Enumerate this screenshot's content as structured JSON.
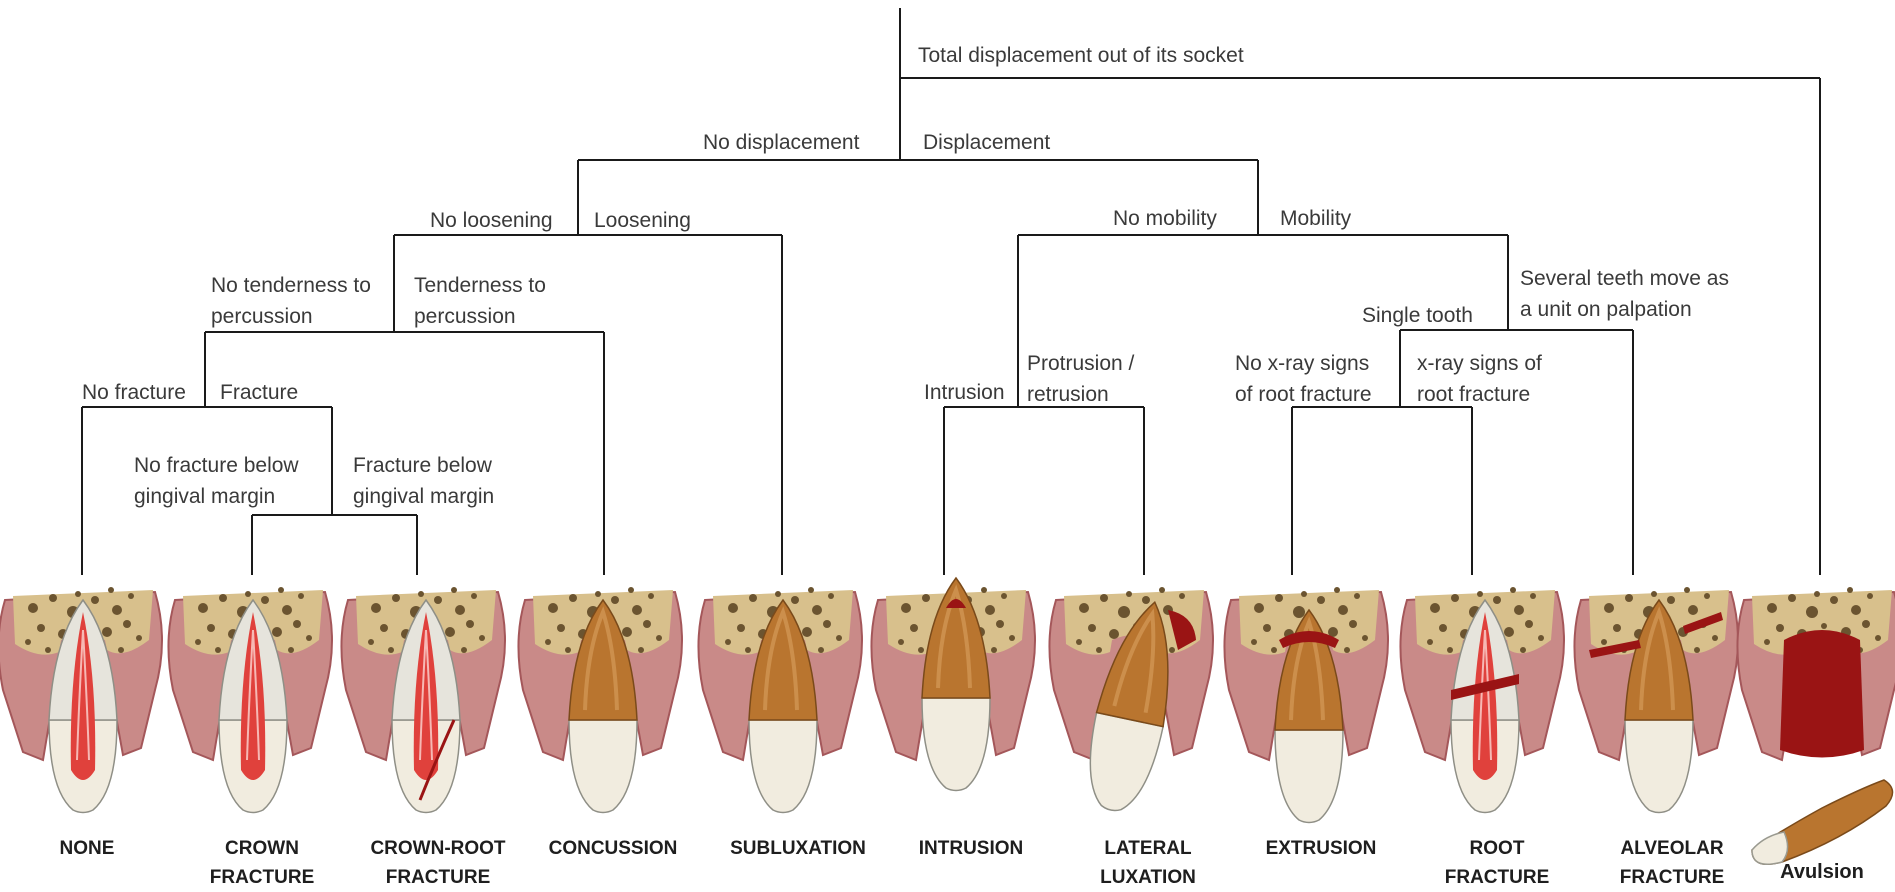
{
  "decision_labels": {
    "total_displacement": "Total displacement out of its socket",
    "no_displacement": "No displacement",
    "displacement": "Displacement",
    "no_loosening": "No loosening",
    "loosening": "Loosening",
    "no_mobility": "No mobility",
    "mobility": "Mobility",
    "no_tenderness": "No tenderness to\npercussion",
    "tenderness": "Tenderness to\npercussion",
    "single_tooth": "Single tooth",
    "several_teeth": "Several teeth move as\na unit on palpation",
    "no_fracture": "No fracture",
    "fracture": "Fracture",
    "intrusion": "Intrusion",
    "protrusion_retrusion": "Protrusion /\nretrusion",
    "no_xray_signs": "No x-ray signs\nof root fracture",
    "xray_signs": "x-ray signs of\nroot fracture",
    "no_fracture_below": "No fracture below\ngingival margin",
    "fracture_below": "Fracture below\ngingival margin"
  },
  "outcomes": [
    {
      "label": "NONE",
      "state": "intact"
    },
    {
      "label": "CROWN\nFRACTURE",
      "state": "intact"
    },
    {
      "label": "CROWN-ROOT\nFRACTURE",
      "state": "crown-root"
    },
    {
      "label": "CONCUSSION",
      "state": "closed"
    },
    {
      "label": "SUBLUXATION",
      "state": "closed"
    },
    {
      "label": "INTRUSION",
      "state": "intrusion"
    },
    {
      "label": "LATERAL\nLUXATION",
      "state": "lateral"
    },
    {
      "label": "EXTRUSION",
      "state": "extrusion"
    },
    {
      "label": "ROOT\nFRACTURE",
      "state": "root-fracture"
    },
    {
      "label": "ALVEOLAR\nFRACTURE",
      "state": "alveolar"
    },
    {
      "label": "Avulsion",
      "state": "avulsion"
    }
  ],
  "colors": {
    "line": "#1a1a1a",
    "bone": "#d8c08c",
    "bone_spot": "#6b5430",
    "gum": "#c98a88",
    "gum_dark": "#a4575a",
    "enamel": "#f1ecdf",
    "pulp": "#e0413c",
    "root": "#b9752f",
    "blood": "#9a1414"
  }
}
